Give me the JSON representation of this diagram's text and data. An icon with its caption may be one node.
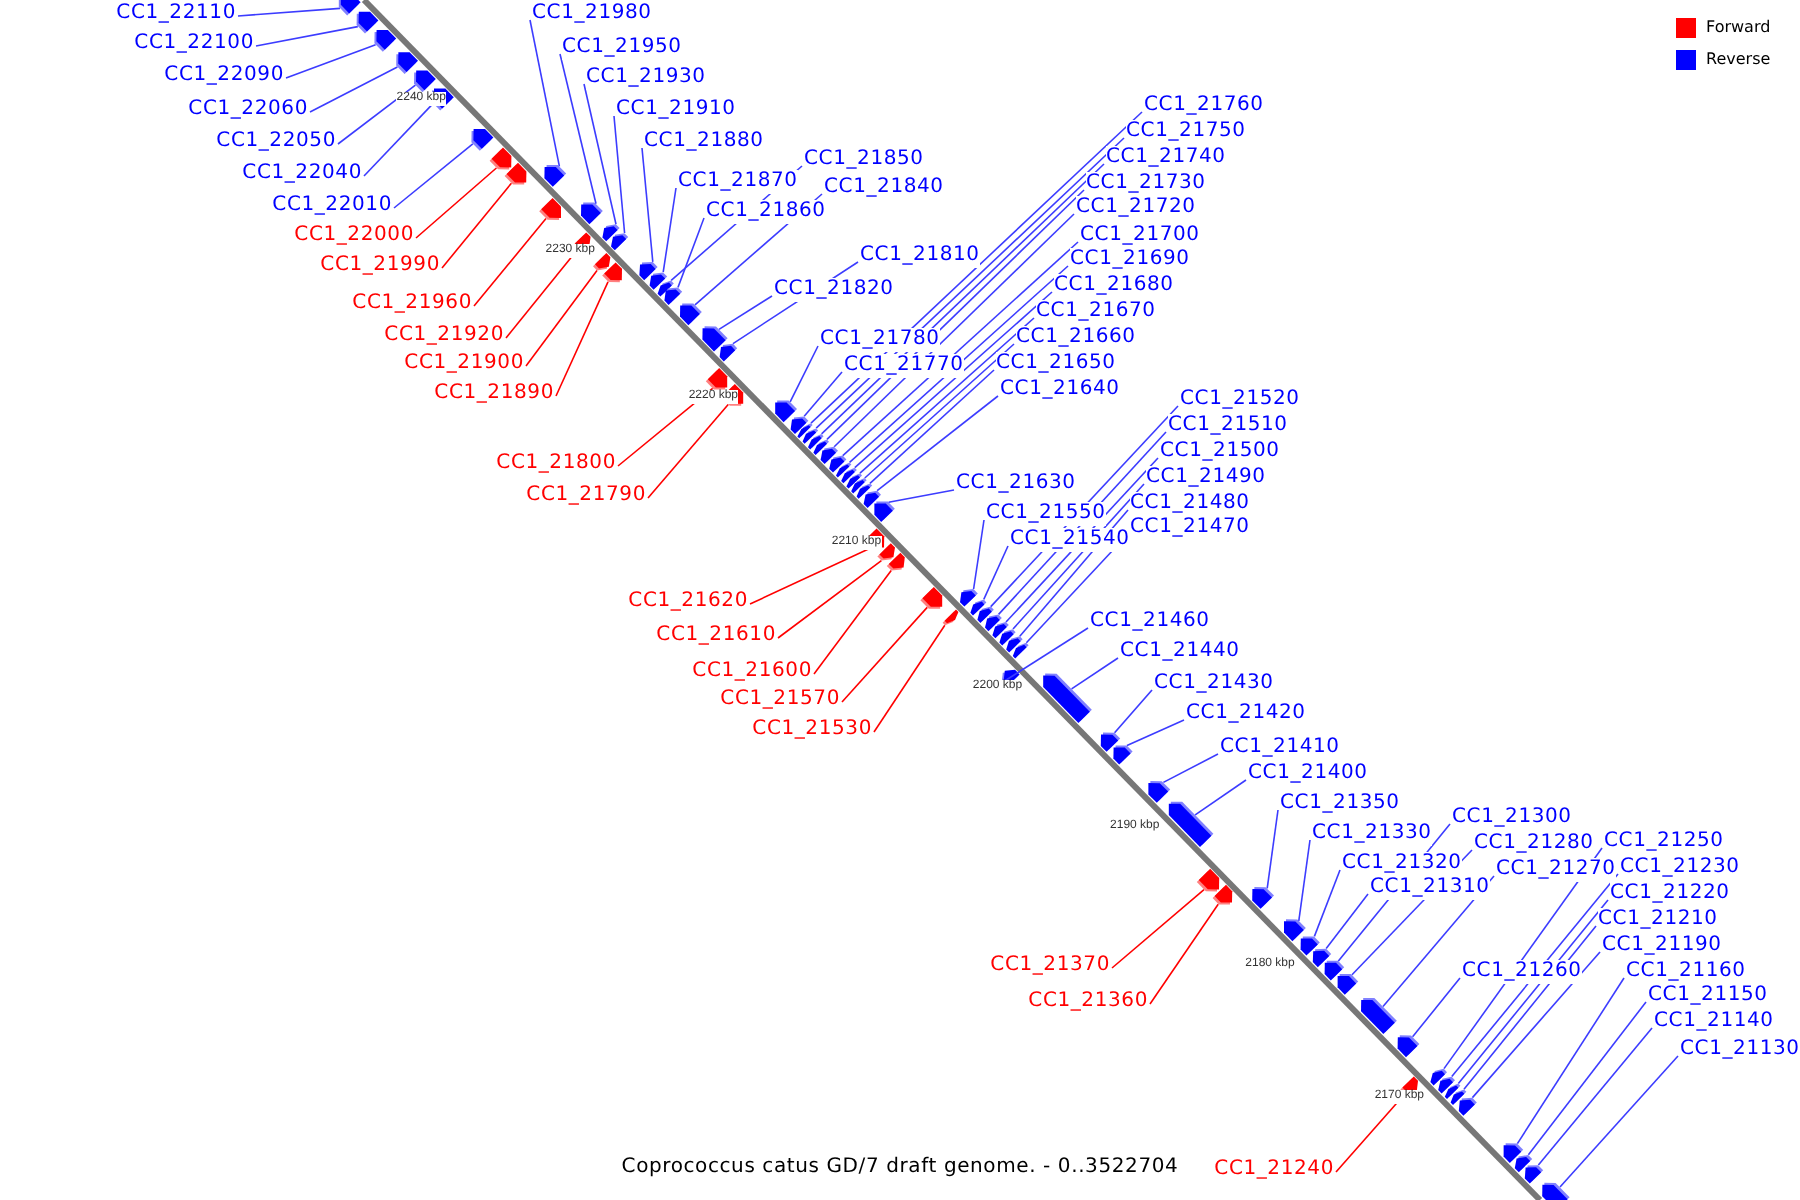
{
  "diagram": {
    "caption": "Coprococcus catus GD/7 draft genome. - 0..3522704",
    "nodes": [
      {
        "text": [
          "CC1_22110"
        ]
      },
      {
        "text": [
          "CC1_22100"
        ]
      },
      {
        "text": [
          "CC1_22090"
        ]
      },
      {
        "text": [
          "CC1_22060"
        ]
      },
      {
        "text": [
          "CC1_22050"
        ]
      },
      {
        "text": [
          "CC1_22040"
        ]
      },
      {
        "text": [
          "CC1_22010"
        ]
      },
      {
        "text": [
          "CC1_22000"
        ]
      },
      {
        "text": [
          "CC1_21990"
        ]
      },
      {
        "text": [
          "CC1_21960"
        ]
      },
      {
        "text": [
          "CC1_21920"
        ]
      },
      {
        "text": [
          "CC1_21900"
        ]
      },
      {
        "text": [
          "CC1_21890"
        ]
      },
      {
        "text": [
          "CC1_21800"
        ]
      },
      {
        "text": [
          "CC1_21790"
        ]
      },
      {
        "text": [
          "CC1_21620"
        ]
      },
      {
        "text": [
          "CC1_21610"
        ]
      },
      {
        "text": [
          "CC1_21600"
        ]
      },
      {
        "text": [
          "CC1_21570"
        ]
      },
      {
        "text": [
          "CC1_21530"
        ]
      },
      {
        "text": [
          "CC1_21370"
        ]
      },
      {
        "text": [
          "CC1_21360"
        ]
      },
      {
        "text": [
          "CC1_21240"
        ]
      },
      {
        "text": [
          "CC1_21980"
        ]
      },
      {
        "text": [
          "CC1_21950"
        ]
      },
      {
        "text": [
          "CC1_21930"
        ]
      },
      {
        "text": [
          "CC1_21910"
        ]
      },
      {
        "text": [
          "CC1_21880"
        ]
      },
      {
        "text": [
          "CC1_21870"
        ]
      },
      {
        "text": [
          "CC1_21860"
        ]
      },
      {
        "text": [
          "CC1_21850"
        ]
      },
      {
        "text": [
          "CC1_21840"
        ]
      },
      {
        "text": [
          "CC1_21820"
        ]
      },
      {
        "text": [
          "CC1_21810"
        ]
      },
      {
        "text": [
          "CC1_21780"
        ]
      },
      {
        "text": [
          "CC1_21770"
        ]
      },
      {
        "text": [
          "CC1_21760"
        ]
      },
      {
        "text": [
          "CC1_21750"
        ]
      },
      {
        "text": [
          "CC1_21740"
        ]
      },
      {
        "text": [
          "CC1_21730"
        ]
      },
      {
        "text": [
          "CC1_21720"
        ]
      },
      {
        "text": [
          "CC1_21700"
        ]
      },
      {
        "text": [
          "CC1_21690"
        ]
      },
      {
        "text": [
          "CC1_21680"
        ]
      },
      {
        "text": [
          "CC1_21670"
        ]
      },
      {
        "text": [
          "CC1_21660"
        ]
      },
      {
        "text": [
          "CC1_21650"
        ]
      },
      {
        "text": [
          "CC1_21640"
        ]
      },
      {
        "text": [
          "CC1_21630"
        ]
      },
      {
        "text": [
          "CC1_21550"
        ]
      },
      {
        "text": [
          "CC1_21540"
        ]
      },
      {
        "text": [
          "CC1_21520"
        ]
      },
      {
        "text": [
          "CC1_21510"
        ]
      },
      {
        "text": [
          "CC1_21500"
        ]
      },
      {
        "text": [
          "CC1_21490"
        ]
      },
      {
        "text": [
          "CC1_21480"
        ]
      },
      {
        "text": [
          "CC1_21470"
        ]
      },
      {
        "text": [
          "CC1_21460"
        ]
      },
      {
        "text": [
          "CC1_21440"
        ]
      },
      {
        "text": [
          "CC1_21430"
        ]
      },
      {
        "text": [
          "CC1_21420"
        ]
      },
      {
        "text": [
          "CC1_21410"
        ]
      },
      {
        "text": [
          "CC1_21400"
        ]
      },
      {
        "text": [
          "CC1_21350"
        ]
      },
      {
        "text": [
          "CC1_21330"
        ]
      },
      {
        "text": [
          "CC1_21320"
        ]
      },
      {
        "text": [
          "CC1_21310"
        ]
      },
      {
        "text": [
          "CC1_21300"
        ]
      },
      {
        "text": [
          "CC1_21280"
        ]
      },
      {
        "text": [
          "CC1_21270"
        ]
      },
      {
        "text": [
          "CC1_21260"
        ]
      },
      {
        "text": [
          "CC1_21250"
        ]
      },
      {
        "text": [
          "CC1_21230"
        ]
      },
      {
        "text": [
          "CC1_21220"
        ]
      },
      {
        "text": [
          "CC1_21210"
        ]
      },
      {
        "text": [
          "CC1_21190"
        ]
      },
      {
        "text": [
          "CC1_21160"
        ]
      },
      {
        "text": [
          "CC1_21150"
        ]
      },
      {
        "text": [
          "CC1_21140"
        ]
      },
      {
        "text": [
          "CC1_21130"
        ]
      },
      {
        "text": [],
        "shape": "arrow"
      },
      {
        "text": [],
        "shape": "arrow"
      },
      {
        "text": [],
        "shape": "arrow"
      },
      {
        "text": [],
        "shape": "arrow"
      },
      {
        "text": [],
        "shape": "arrow"
      },
      {
        "text": [],
        "shape": "arrow"
      },
      {
        "text": [],
        "shape": "arrow"
      },
      {
        "text": [],
        "shape": "arrow"
      },
      {
        "text": [],
        "shape": "arrow"
      },
      {
        "text": [],
        "shape": "arrow"
      },
      {
        "text": [],
        "shape": "arrow"
      },
      {
        "text": [],
        "shape": "arrow"
      },
      {
        "text": [],
        "shape": "arrow"
      },
      {
        "text": [],
        "shape": "arrow"
      },
      {
        "text": [],
        "shape": "arrow"
      },
      {
        "text": [],
        "shape": "arrow"
      },
      {
        "text": [],
        "shape": "arrow"
      },
      {
        "text": [],
        "shape": "arrow"
      },
      {
        "text": [],
        "shape": "arrow"
      },
      {
        "text": [],
        "shape": "arrow"
      },
      {
        "text": [],
        "shape": "arrow"
      },
      {
        "text": [],
        "shape": "arrow"
      },
      {
        "text": [],
        "shape": "arrow"
      },
      {
        "text": [],
        "shape": "arrow"
      },
      {
        "text": [],
        "shape": "arrow"
      },
      {
        "text": [],
        "shape": "arrow"
      },
      {
        "text": [],
        "shape": "arrow"
      },
      {
        "text": [],
        "shape": "arrow"
      },
      {
        "text": [],
        "shape": "arrow"
      },
      {
        "text": [],
        "shape": "arrow"
      },
      {
        "text": [],
        "shape": "arrow"
      },
      {
        "text": [],
        "shape": "arrow"
      },
      {
        "text": [],
        "shape": "arrow"
      },
      {
        "text": [],
        "shape": "arrow"
      },
      {
        "text": [],
        "shape": "arrow"
      },
      {
        "text": [],
        "shape": "arrow"
      },
      {
        "text": [],
        "shape": "arrow"
      },
      {
        "text": [],
        "shape": "arrow"
      },
      {
        "text": [],
        "shape": "arrow"
      },
      {
        "text": [],
        "shape": "arrow"
      },
      {
        "text": [],
        "shape": "arrow"
      },
      {
        "text": [],
        "shape": "arrow"
      },
      {
        "text": [],
        "shape": "arrow"
      },
      {
        "text": [],
        "shape": "arrow"
      },
      {
        "text": [],
        "shape": "arrow"
      },
      {
        "text": [],
        "shape": "arrow"
      },
      {
        "text": [],
        "shape": "arrow"
      },
      {
        "text": [],
        "shape": "arrow"
      },
      {
        "text": [],
        "shape": "arrow"
      },
      {
        "text": [],
        "shape": "arrow"
      },
      {
        "text": [],
        "shape": "arrow"
      },
      {
        "text": [],
        "shape": "arrow"
      },
      {
        "text": [],
        "shape": "arrow"
      },
      {
        "text": [],
        "shape": "arrow"
      },
      {
        "text": [],
        "shape": "arrow"
      },
      {
        "text": [],
        "shape": "arrow"
      },
      {
        "text": [],
        "shape": "arrow"
      },
      {
        "text": [],
        "shape": "arrow"
      },
      {
        "text": [],
        "shape": "arrow"
      },
      {
        "text": [],
        "shape": "arrow"
      },
      {
        "text": [],
        "shape": "arrow"
      },
      {
        "text": [],
        "shape": "arrow"
      },
      {
        "text": [],
        "shape": "arrow"
      },
      {
        "text": [],
        "shape": "arrow"
      },
      {
        "text": [],
        "shape": "arrow"
      },
      {
        "text": [],
        "shape": "arrow"
      },
      {
        "text": [],
        "shape": "arrow"
      },
      {
        "text": [],
        "shape": "arrow"
      },
      {
        "text": [],
        "shape": "arrow"
      },
      {
        "text": [],
        "shape": "arrow"
      },
      {
        "text": [],
        "shape": "arrow"
      },
      {
        "text": [],
        "shape": "arrow"
      },
      {
        "text": [],
        "shape": "arrow"
      },
      {
        "text": [],
        "shape": "arrow"
      },
      {
        "text": [],
        "shape": "arrow"
      },
      {
        "text": [],
        "shape": "arrow"
      },
      {
        "text": [],
        "shape": "arrow"
      },
      {
        "text": [],
        "shape": "arrow"
      },
      {
        "text": [],
        "shape": "arrow"
      },
      {
        "text": [],
        "shape": "arrow"
      }
    ],
    "edges": [
      {
        "from": 0,
        "to": 80,
        "arrow": "none"
      },
      {
        "from": 1,
        "to": 81,
        "arrow": "none"
      },
      {
        "from": 2,
        "to": 82,
        "arrow": "none"
      },
      {
        "from": 3,
        "to": 83,
        "arrow": "none"
      },
      {
        "from": 4,
        "to": 84,
        "arrow": "none"
      },
      {
        "from": 5,
        "to": 85,
        "arrow": "none"
      },
      {
        "from": 6,
        "to": 86,
        "arrow": "none"
      },
      {
        "from": 7,
        "to": 87,
        "arrow": "none",
        "color": "#ff0000"
      },
      {
        "from": 8,
        "to": 88,
        "arrow": "none",
        "color": "#ff0000"
      },
      {
        "from": 9,
        "to": 90,
        "arrow": "none",
        "color": "#ff0000"
      },
      {
        "from": 10,
        "to": 92,
        "arrow": "none",
        "color": "#ff0000"
      },
      {
        "from": 11,
        "to": 95,
        "arrow": "none",
        "color": "#ff0000"
      },
      {
        "from": 12,
        "to": 96,
        "arrow": "none",
        "color": "#ff0000"
      },
      {
        "from": 13,
        "to": 104,
        "arrow": "none",
        "color": "#ff0000"
      },
      {
        "from": 14,
        "to": 105,
        "arrow": "none",
        "color": "#ff0000"
      },
      {
        "from": 15,
        "to": 121,
        "arrow": "none",
        "color": "#ff0000"
      },
      {
        "from": 16,
        "to": 122,
        "arrow": "none",
        "color": "#ff0000"
      },
      {
        "from": 17,
        "to": 123,
        "arrow": "none",
        "color": "#ff0000"
      },
      {
        "from": 18,
        "to": 124,
        "arrow": "none",
        "color": "#ff0000"
      },
      {
        "from": 19,
        "to": 126,
        "arrow": "none",
        "color": "#ff0000"
      },
      {
        "from": 20,
        "to": 140,
        "arrow": "none",
        "color": "#ff0000"
      },
      {
        "from": 21,
        "to": 141,
        "arrow": "none",
        "color": "#ff0000"
      },
      {
        "from": 22,
        "to": 150,
        "arrow": "none",
        "color": "#ff0000"
      },
      {
        "from": 23,
        "to": 89,
        "arrow": "none"
      },
      {
        "from": 24,
        "to": 91,
        "arrow": "none"
      },
      {
        "from": 25,
        "to": 93,
        "arrow": "none"
      },
      {
        "from": 26,
        "to": 94,
        "arrow": "none"
      },
      {
        "from": 27,
        "to": 97,
        "arrow": "none"
      },
      {
        "from": 28,
        "to": 98,
        "arrow": "none"
      },
      {
        "from": 29,
        "to": 100,
        "arrow": "none"
      },
      {
        "from": 30,
        "to": 99,
        "arrow": "none"
      },
      {
        "from": 31,
        "to": 101,
        "arrow": "none"
      },
      {
        "from": 32,
        "to": 102,
        "arrow": "none"
      },
      {
        "from": 33,
        "to": 103,
        "arrow": "none"
      },
      {
        "from": 34,
        "to": 106,
        "arrow": "none"
      },
      {
        "from": 35,
        "to": 107,
        "arrow": "none"
      },
      {
        "from": 36,
        "to": 108,
        "arrow": "none"
      },
      {
        "from": 37,
        "to": 109,
        "arrow": "none"
      },
      {
        "from": 38,
        "to": 110,
        "arrow": "none"
      },
      {
        "from": 39,
        "to": 111,
        "arrow": "none"
      },
      {
        "from": 40,
        "to": 112,
        "arrow": "none"
      },
      {
        "from": 41,
        "to": 113,
        "arrow": "none"
      },
      {
        "from": 42,
        "to": 114,
        "arrow": "none"
      },
      {
        "from": 43,
        "to": 115,
        "arrow": "none"
      },
      {
        "from": 44,
        "to": 116,
        "arrow": "none"
      },
      {
        "from": 45,
        "to": 117,
        "arrow": "none"
      },
      {
        "from": 46,
        "to": 118,
        "arrow": "none"
      },
      {
        "from": 47,
        "to": 119,
        "arrow": "none"
      },
      {
        "from": 48,
        "to": 120,
        "arrow": "none"
      },
      {
        "from": 49,
        "to": 125,
        "arrow": "none"
      },
      {
        "from": 50,
        "to": 127,
        "arrow": "none"
      },
      {
        "from": 51,
        "to": 128,
        "arrow": "none"
      },
      {
        "from": 52,
        "to": 129,
        "arrow": "none"
      },
      {
        "from": 53,
        "to": 130,
        "arrow": "none"
      },
      {
        "from": 54,
        "to": 131,
        "arrow": "none"
      },
      {
        "from": 55,
        "to": 132,
        "arrow": "none"
      },
      {
        "from": 56,
        "to": 133,
        "arrow": "none"
      },
      {
        "from": 57,
        "to": 134,
        "arrow": "none"
      },
      {
        "from": 58,
        "to": 135,
        "arrow": "none"
      },
      {
        "from": 59,
        "to": 136,
        "arrow": "none"
      },
      {
        "from": 60,
        "to": 137,
        "arrow": "none"
      },
      {
        "from": 61,
        "to": 138,
        "arrow": "none"
      },
      {
        "from": 62,
        "to": 139,
        "arrow": "none"
      },
      {
        "from": 63,
        "to": 142,
        "arrow": "none"
      },
      {
        "from": 64,
        "to": 143,
        "arrow": "none"
      },
      {
        "from": 65,
        "to": 144,
        "arrow": "none"
      },
      {
        "from": 66,
        "to": 145,
        "arrow": "none"
      },
      {
        "from": 67,
        "to": 146,
        "arrow": "none"
      },
      {
        "from": 68,
        "to": 147,
        "arrow": "none"
      },
      {
        "from": 69,
        "to": 148,
        "arrow": "none"
      },
      {
        "from": 70,
        "to": 149,
        "arrow": "none"
      },
      {
        "from": 71,
        "to": 151,
        "arrow": "none"
      },
      {
        "from": 72,
        "to": 152,
        "arrow": "none"
      },
      {
        "from": 73,
        "to": 153,
        "arrow": "none"
      },
      {
        "from": 74,
        "to": 154,
        "arrow": "none"
      },
      {
        "from": 75,
        "to": 155,
        "arrow": "none"
      },
      {
        "from": 76,
        "to": 156,
        "arrow": "none"
      },
      {
        "from": 77,
        "to": 157,
        "arrow": "none"
      },
      {
        "from": 78,
        "to": 158,
        "arrow": "none"
      },
      {
        "from": 79,
        "to": 159,
        "arrow": "none"
      }
    ],
    "labels": [
      "2240 kbp",
      "2230 kbp",
      "2220 kbp",
      "2210 kbp",
      "2200 kbp",
      "2190 kbp",
      "2180 kbp",
      "2170 kbp"
    ],
    "legend": [
      {
        "text": "Forward",
        "color": "#ff0000"
      },
      {
        "text": "Reverse",
        "color": "#0000ff"
      }
    ]
  }
}
